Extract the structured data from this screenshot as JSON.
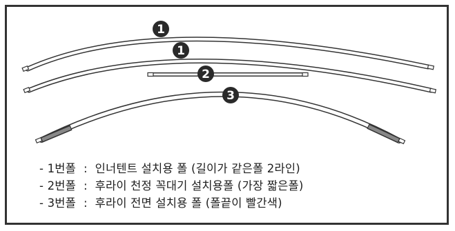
{
  "diagram": {
    "badges": [
      {
        "label": "1"
      },
      {
        "label": "1"
      },
      {
        "label": "2"
      },
      {
        "label": "3"
      }
    ],
    "colors": {
      "frame": "#333333",
      "pole_outline": "#333333",
      "pole_fill": "#ffffff",
      "badge_fill": "#2a2a2a",
      "badge_text": "#ffffff",
      "red_tip_fill": "#888888"
    }
  },
  "legend": {
    "lines": [
      "- 1번폴  :  인너텐트 설치용 폴 (길이가 같은폴 2라인)",
      "- 2번폴  :  후라이 천정 꼭대기 설치용폴 (가장 짧은폴)",
      "- 3번폴  :  후라이 전면 설치용 폴 (폴끝이 빨간색)"
    ]
  }
}
